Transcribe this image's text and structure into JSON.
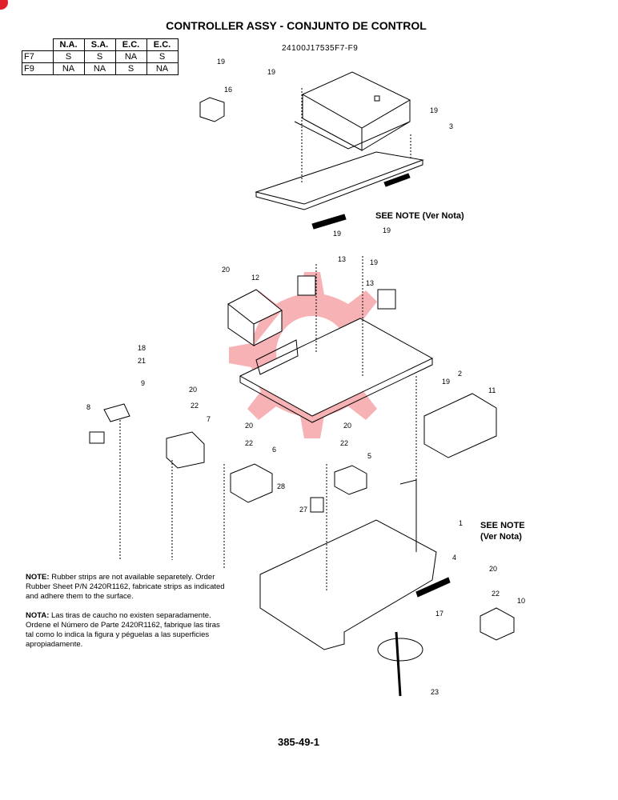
{
  "title": "CONTROLLER ASSY - CONJUNTO DE CONTROL",
  "model_code": "24100J17535F7-F9",
  "availability_table": {
    "headers": [
      "N.A.",
      "S.A.",
      "E.C.",
      "E.C."
    ],
    "rows": [
      {
        "label": "F7",
        "values": [
          "S",
          "S",
          "NA",
          "S"
        ]
      },
      {
        "label": "F9",
        "values": [
          "NA",
          "NA",
          "S",
          "NA"
        ]
      }
    ]
  },
  "see_note_upper": "SEE NOTE (Ver Nota)",
  "see_note_lower": {
    "line1": "SEE NOTE",
    "line2": "(Ver Nota)"
  },
  "callouts": {
    "c1": "1",
    "c2": "2",
    "c3": "3",
    "c4": "4",
    "c5": "5",
    "c6": "6",
    "c7": "7",
    "c8": "8",
    "c9": "9",
    "c10": "10",
    "c11": "11",
    "c12": "12",
    "c13a": "13",
    "c13b": "13",
    "c16": "16",
    "c17": "17",
    "c18": "18",
    "c19a": "19",
    "c19b": "19",
    "c19c": "19",
    "c19d": "19",
    "c19e": "19",
    "c19f": "19",
    "c19g": "19",
    "c20a": "20",
    "c20b": "20",
    "c20c": "20",
    "c20d": "20",
    "c20e": "20",
    "c21": "21",
    "c22a": "22",
    "c22b": "22",
    "c22c": "22",
    "c22d": "22",
    "c23": "23",
    "c27": "27",
    "c28": "28"
  },
  "note_en": {
    "label": "NOTE:",
    "text": "Rubber strips are not available separetely. Order Rubber Sheet P/N 2420R1162, fabricate strips as indicated and adhere them to the surface."
  },
  "note_es": {
    "label": "NOTA:",
    "text": "Las tiras de caucho no existen separadamente. Ordene el Número de Parte 2420R1162, fabrique las tiras tal como lo indica la figura y péguelas a las superficies apropiadamente."
  },
  "page_number": "385-49-1",
  "colors": {
    "ink": "#000000",
    "watermark": "#e8232a",
    "corner_mark": "#e0202a"
  }
}
